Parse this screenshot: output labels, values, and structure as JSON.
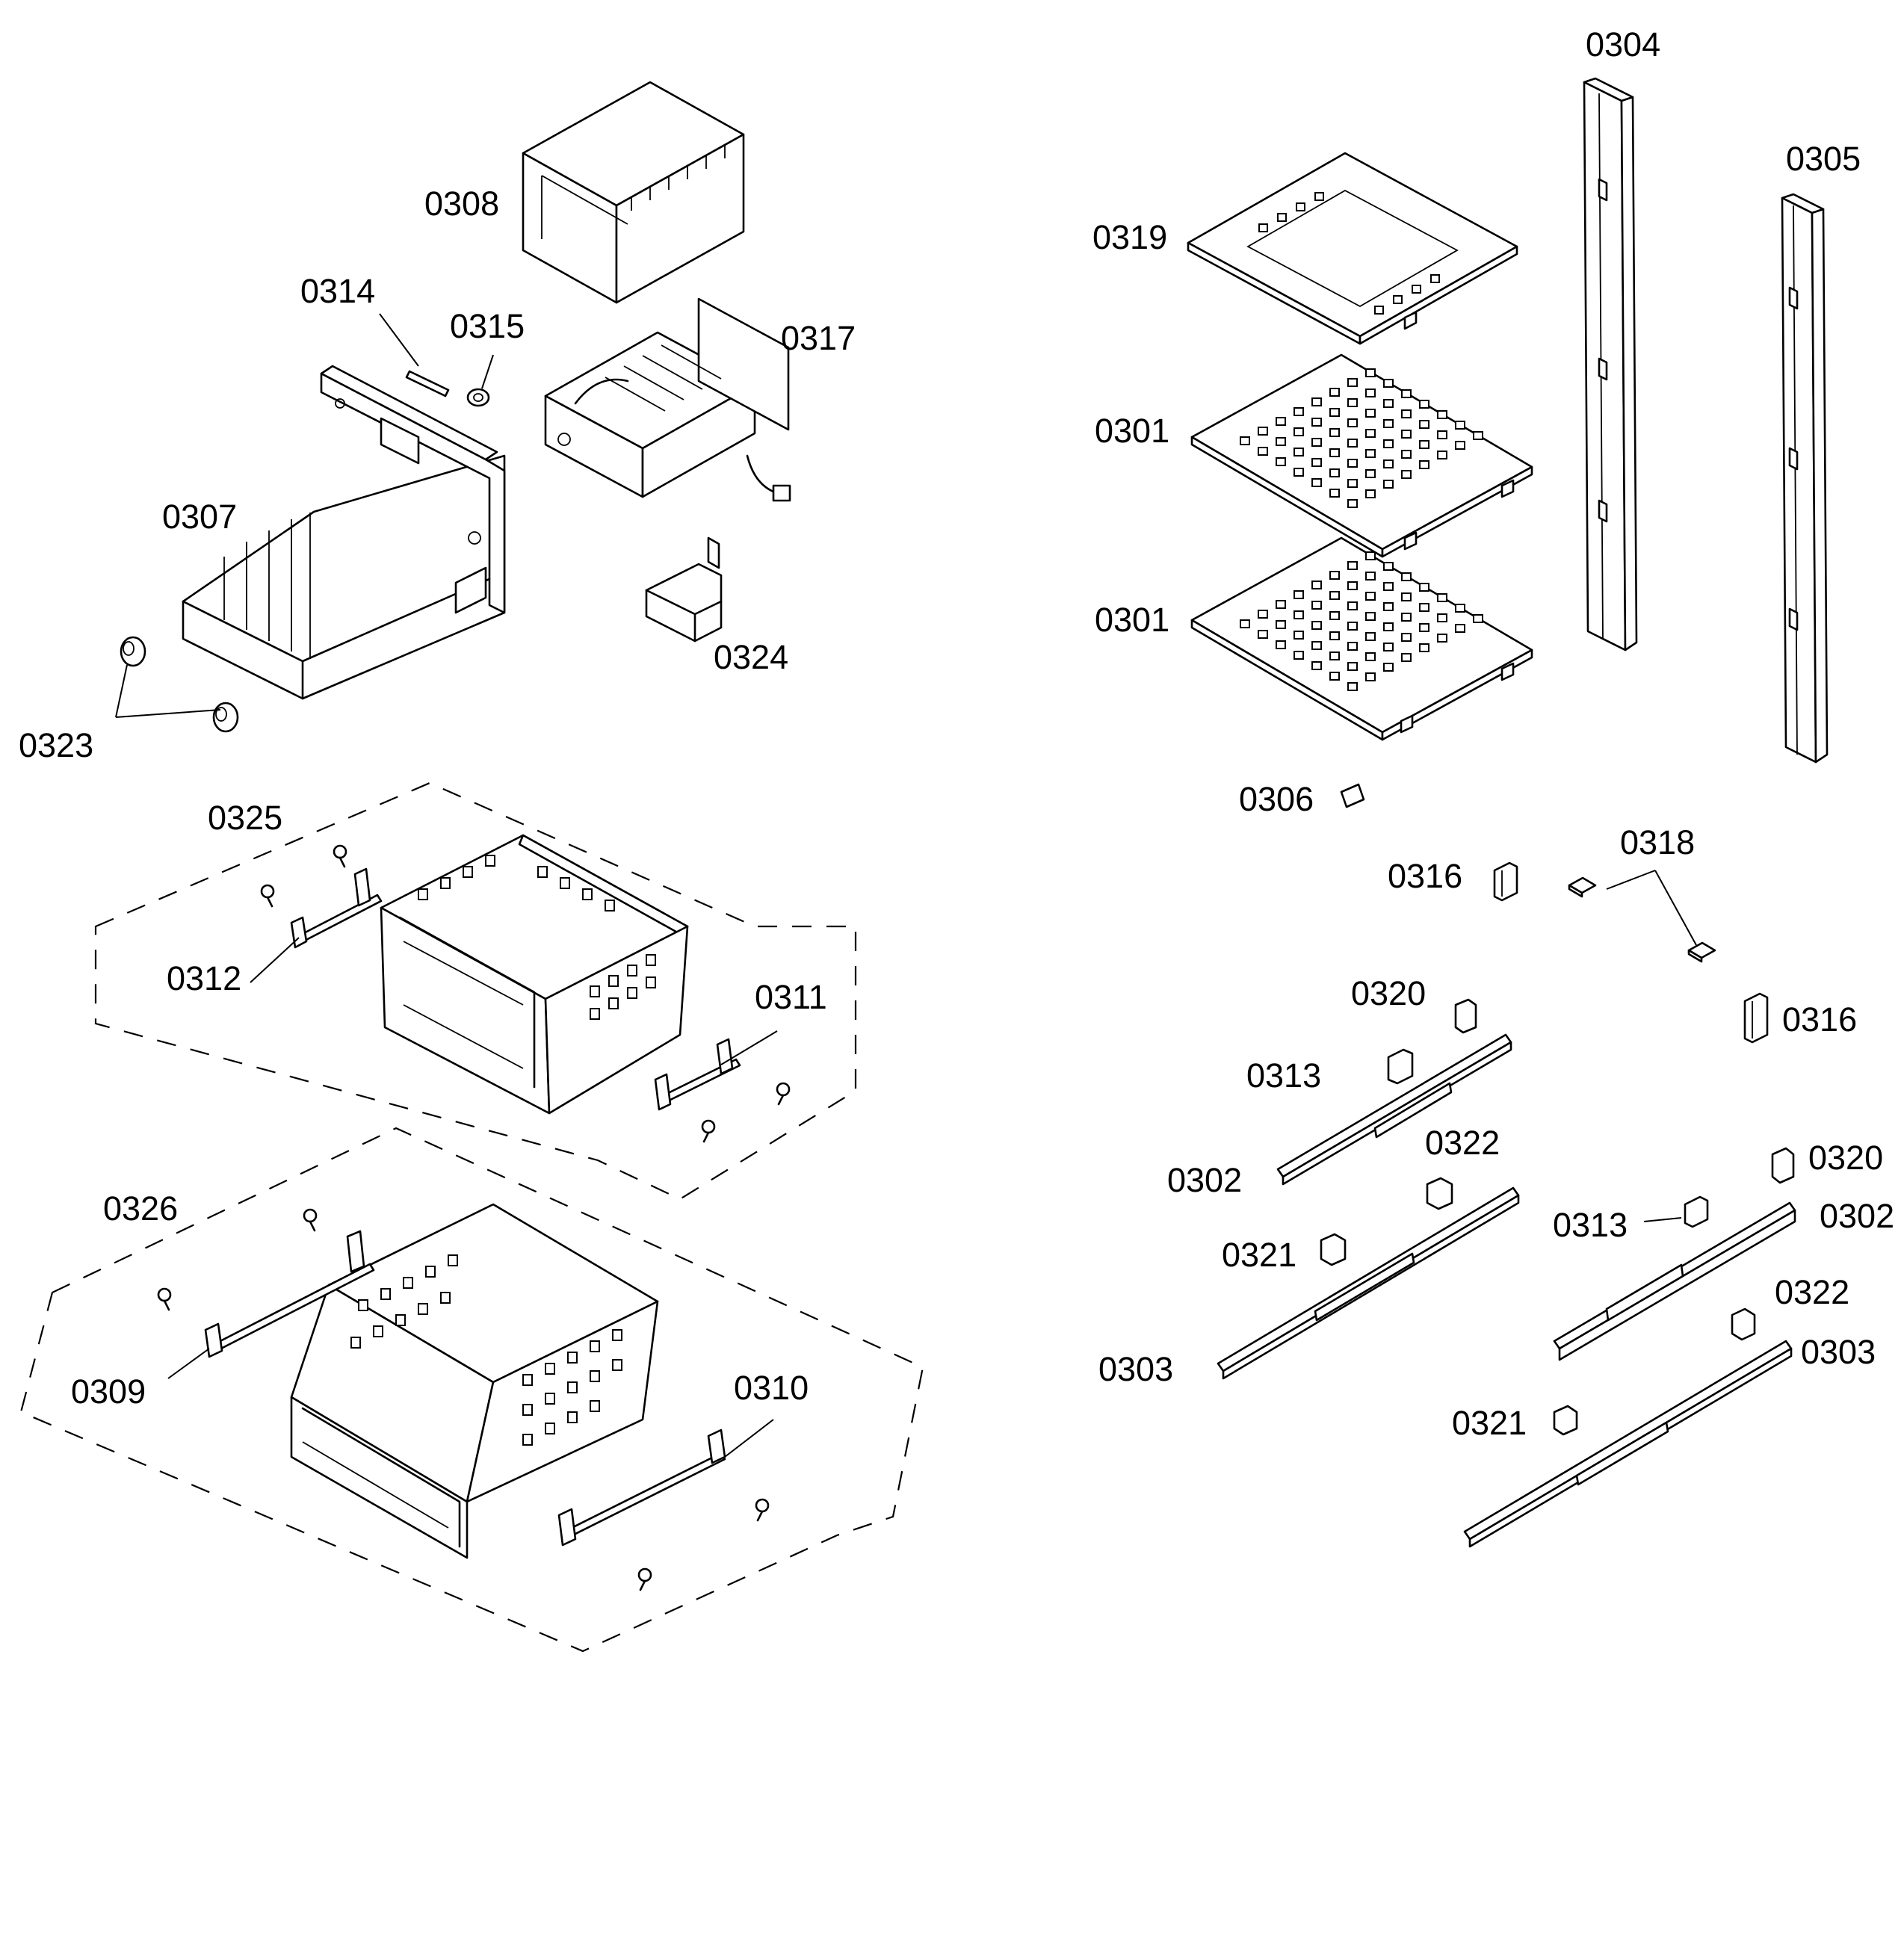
{
  "callouts": [
    {
      "id": "c0304",
      "text": "0304"
    },
    {
      "id": "c0305",
      "text": "0305"
    },
    {
      "id": "c0308",
      "text": "0308"
    },
    {
      "id": "c0319",
      "text": "0319"
    },
    {
      "id": "c0314",
      "text": "0314"
    },
    {
      "id": "c0315",
      "text": "0315"
    },
    {
      "id": "c0317",
      "text": "0317"
    },
    {
      "id": "c0301a",
      "text": "0301"
    },
    {
      "id": "c0307",
      "text": "0307"
    },
    {
      "id": "c0301b",
      "text": "0301"
    },
    {
      "id": "c0324",
      "text": "0324"
    },
    {
      "id": "c0323",
      "text": "0323"
    },
    {
      "id": "c0306",
      "text": "0306"
    },
    {
      "id": "c0325",
      "text": "0325"
    },
    {
      "id": "c0318",
      "text": "0318"
    },
    {
      "id": "c0316a",
      "text": "0316"
    },
    {
      "id": "c0312",
      "text": "0312"
    },
    {
      "id": "c0311",
      "text": "0311"
    },
    {
      "id": "c0320a",
      "text": "0320"
    },
    {
      "id": "c0316b",
      "text": "0316"
    },
    {
      "id": "c0313a",
      "text": "0313"
    },
    {
      "id": "c0322a",
      "text": "0322"
    },
    {
      "id": "c0302a",
      "text": "0302"
    },
    {
      "id": "c0320b",
      "text": "0320"
    },
    {
      "id": "c0326",
      "text": "0326"
    },
    {
      "id": "c0321a",
      "text": "0321"
    },
    {
      "id": "c0313b",
      "text": "0313"
    },
    {
      "id": "c0302b",
      "text": "0302"
    },
    {
      "id": "c0322b",
      "text": "0322"
    },
    {
      "id": "c0303a",
      "text": "0303"
    },
    {
      "id": "c0303b",
      "text": "0303"
    },
    {
      "id": "c0309",
      "text": "0309"
    },
    {
      "id": "c0310",
      "text": "0310"
    },
    {
      "id": "c0321b",
      "text": "0321"
    }
  ]
}
